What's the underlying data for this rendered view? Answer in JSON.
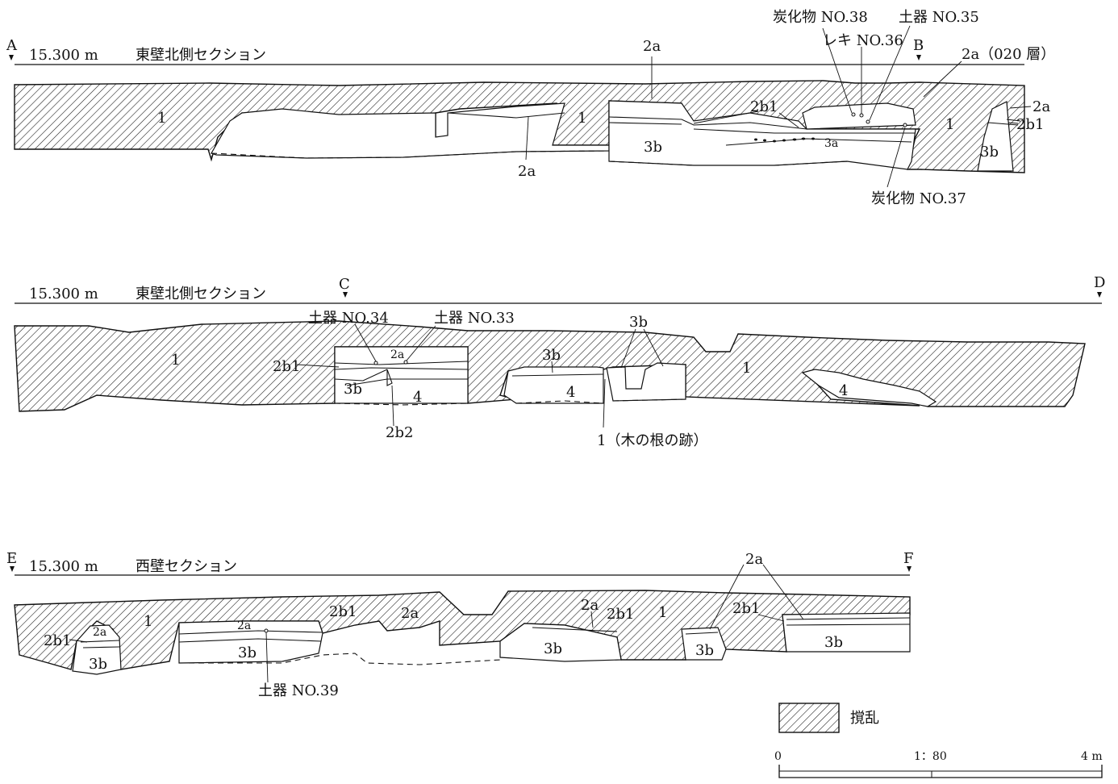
{
  "sections": [
    {
      "id": "ab",
      "start_mark": "A",
      "end_mark": "B",
      "elevation": "15.300 m",
      "title": "東壁北側セクション",
      "layers": {
        "l1": "1",
        "l2a": "2a",
        "l2a_b": "2a",
        "l2b1": "2b1",
        "l3b": "3b",
        "l3a": "3a",
        "l1_b": "1",
        "l1_c": "1",
        "l2a_r": "2a",
        "l2b1_r": "2b1",
        "l3b_r": "3b",
        "l2a_top": "2a",
        "l2a_020": "2a（020 層）"
      },
      "finds": {
        "carbon38": "炭化物 NO.38",
        "pebble36": "レキ NO.36",
        "pottery35": "土器 NO.35",
        "carbon37": "炭化物 NO.37"
      }
    },
    {
      "id": "cd",
      "start_mark": "C",
      "end_mark": "D",
      "elevation": "15.300 m",
      "title": "東壁北側セクション",
      "layers": {
        "l1": "1",
        "l2b1": "2b1",
        "l2a": "2a",
        "l3b": "3b",
        "l4": "4",
        "l2b2": "2b2",
        "l3b_top": "3b",
        "l3b_mid": "3b",
        "l4_mid": "4",
        "l1_r": "1",
        "l4_r": "4",
        "root": "1（木の根の跡）"
      },
      "finds": {
        "pottery34": "土器 NO.34",
        "pottery33": "土器 NO.33"
      }
    },
    {
      "id": "ef",
      "start_mark": "E",
      "end_mark": "F",
      "elevation": "15.300 m",
      "title": "西壁セクション",
      "layers": {
        "l2b1": "2b1",
        "l2a_small": "2a",
        "l3b": "3b",
        "l1": "1",
        "l2a_c": "2a",
        "l3b_b": "3b",
        "l2b1_b": "2b1",
        "l2a_d": "2a",
        "l3b_c": "3b",
        "l2a_e": "2a",
        "l2b1_c": "2b1",
        "l1_b": "1",
        "l2b1_d": "2b1",
        "l3b_d": "3b",
        "l3b_e": "3b",
        "l2a_top": "2a"
      },
      "finds": {
        "pottery39": "土器 NO.39"
      }
    }
  ],
  "legend": {
    "label": "撹乱"
  },
  "scale_bar": {
    "start": "0",
    "ratio": "1：80",
    "end": "4 m"
  }
}
